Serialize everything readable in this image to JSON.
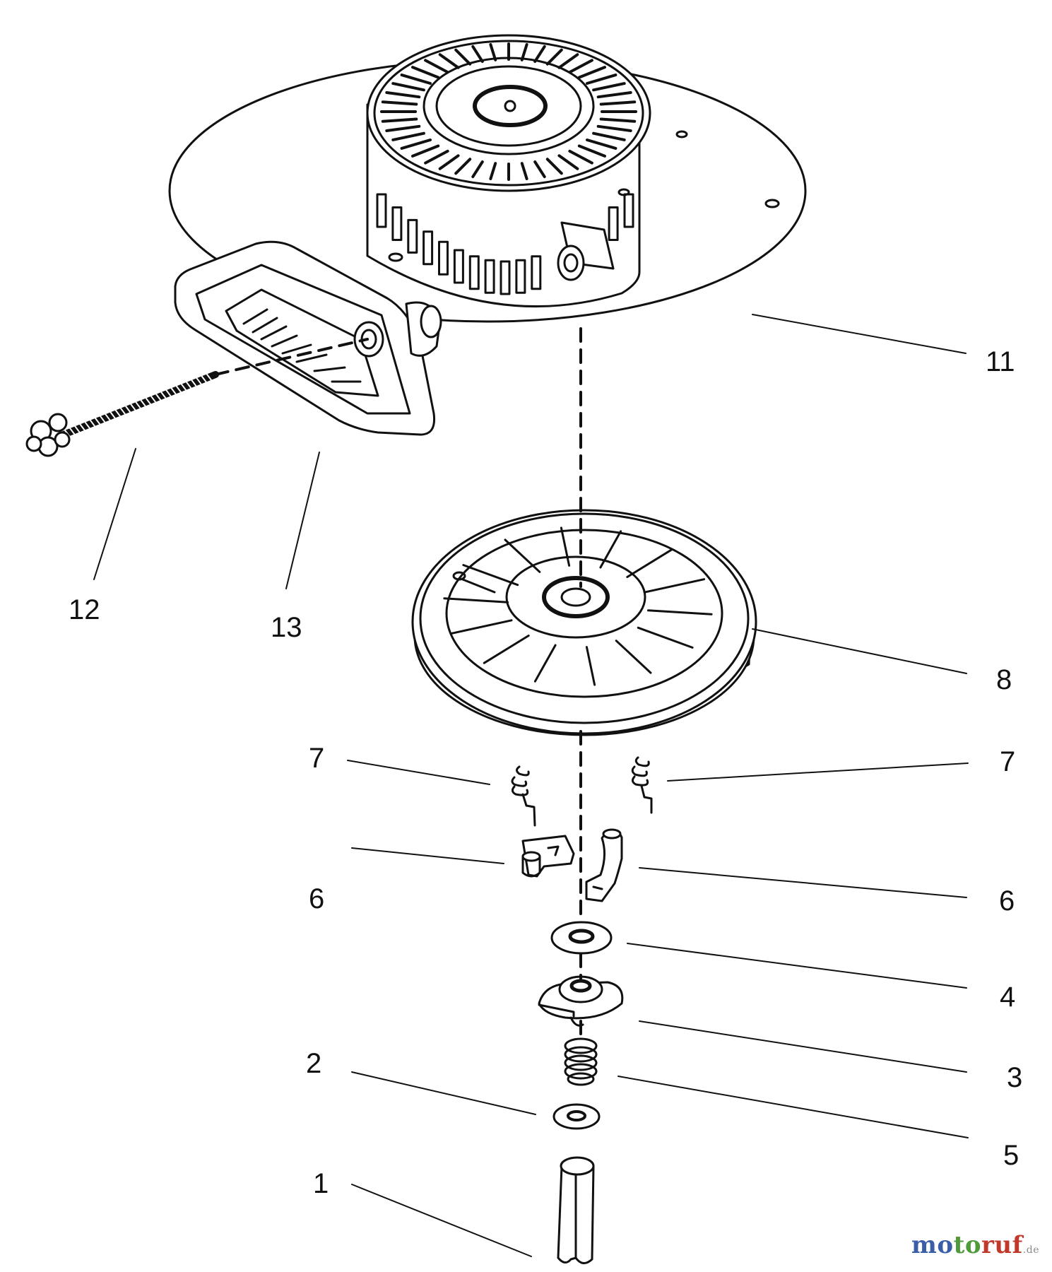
{
  "callouts": [
    {
      "id": "11",
      "text": "11"
    },
    {
      "id": "12",
      "text": "12"
    },
    {
      "id": "13",
      "text": "13"
    },
    {
      "id": "8",
      "text": "8"
    },
    {
      "id": "7L",
      "text": "7"
    },
    {
      "id": "7R",
      "text": "7"
    },
    {
      "id": "6L",
      "text": "6"
    },
    {
      "id": "6R",
      "text": "6"
    },
    {
      "id": "4",
      "text": "4"
    },
    {
      "id": "3",
      "text": "3"
    },
    {
      "id": "2",
      "text": "2"
    },
    {
      "id": "5",
      "text": "5"
    },
    {
      "id": "1",
      "text": "1"
    }
  ],
  "watermark": {
    "brand": "motoruf",
    "suffix": ".de"
  },
  "colors": {
    "line": "#111111",
    "wm_blue": "#3a5fa8",
    "wm_green": "#4f9a3a",
    "wm_red": "#c0392b"
  }
}
